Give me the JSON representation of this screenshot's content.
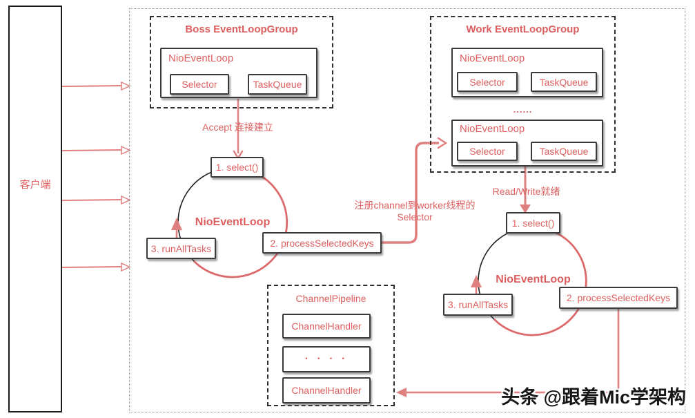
{
  "colors": {
    "accent_text": "#dd5f5f",
    "line": "#e07f7f",
    "dark_border": "#2e2e2e",
    "outer_border": "#9a9a9a",
    "watermark_text": "#161616"
  },
  "client": {
    "label": "客户端"
  },
  "boss_group": {
    "title": "Boss EventLoopGroup",
    "event_loop": {
      "title": "NioEventLoop",
      "selector_label": "Selector",
      "task_queue_label": "TaskQueue"
    }
  },
  "work_group": {
    "title": "Work EventLoopGroup",
    "ellipsis": "......",
    "event_loops": [
      {
        "title": "NioEventLoop",
        "selector_label": "Selector",
        "task_queue_label": "TaskQueue"
      },
      {
        "title": "NioEventLoop",
        "selector_label": "Selector",
        "task_queue_label": "TaskQueue"
      }
    ]
  },
  "boss_loop": {
    "name": "NioEventLoop",
    "step1": "1. select()",
    "step2": "2. processSelectedKeys",
    "step3": "3. runAllTasks"
  },
  "worker_loop": {
    "name": "NioEventLoop",
    "step1": "1. select()",
    "step2": "2. processSelectedKeys",
    "step3": "3. runAllTasks"
  },
  "edge_labels": {
    "accept": "Accept 连接建立",
    "register_line1": "注册channel到worker线程的",
    "register_line2": "Selector",
    "read_write": "Read/Write就绪"
  },
  "pipeline": {
    "title": "ChannelPipeline",
    "handler_top": "ChannelHandler",
    "dots": "· · · ·",
    "handler_bottom": "ChannelHandler"
  },
  "watermark": "头条 @跟着Mic学架构"
}
